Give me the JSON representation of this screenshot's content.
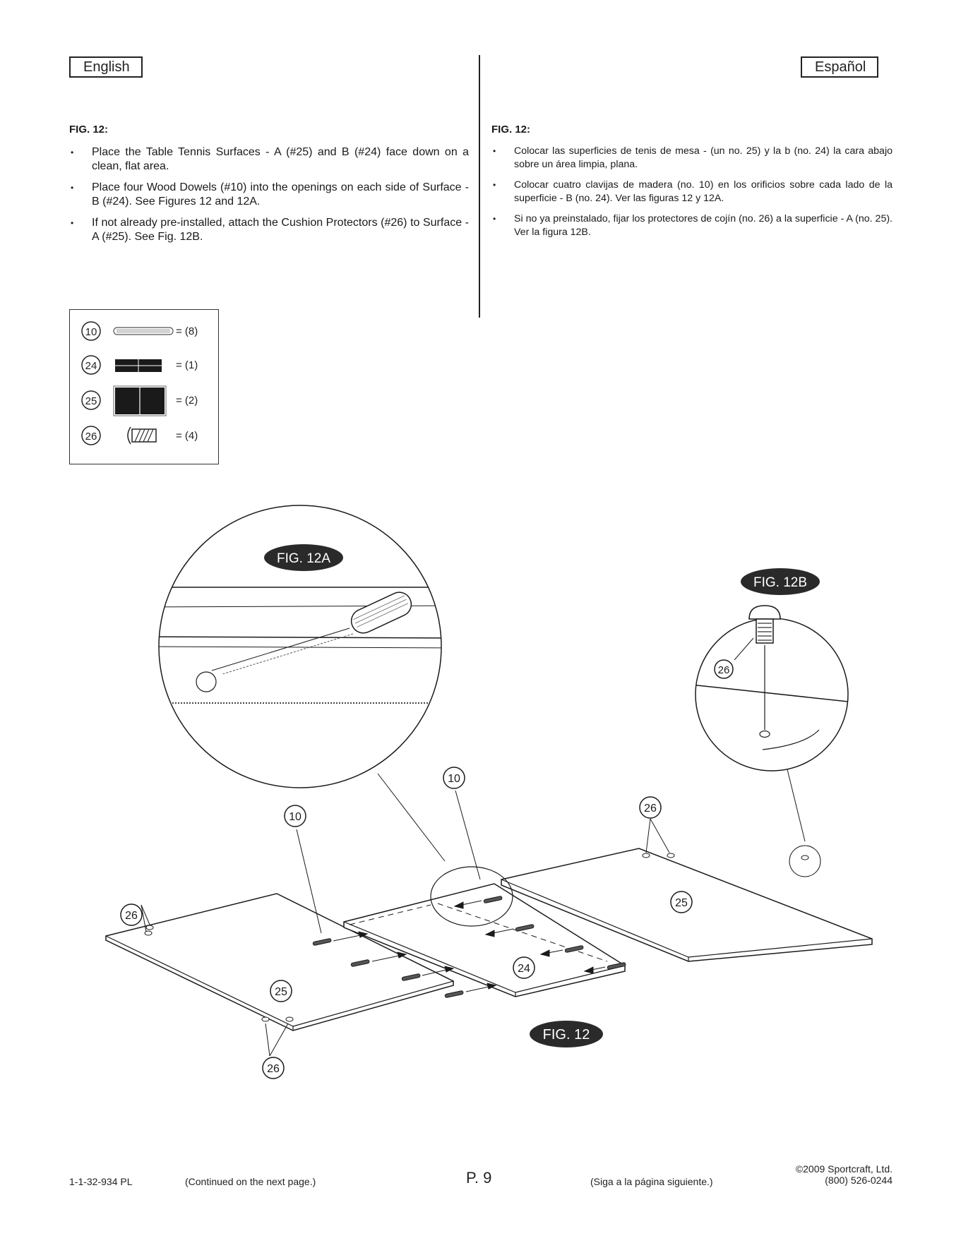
{
  "header": {
    "english_label": "English",
    "spanish_label": "Español"
  },
  "english": {
    "heading": "FIG. 12:",
    "steps": [
      "Place the Table Tennis Surfaces - A (#25) and B (#24) face down on a clean, flat area.",
      "Place four Wood Dowels (#10) into the openings on each side of Surface - B (#24). See Figures 12 and 12A.",
      "If not already pre-installed, attach the Cushion Protectors (#26) to Surface - A (#25). See Fig. 12B."
    ]
  },
  "spanish": {
    "heading": "FIG. 12:",
    "steps": [
      "Colocar las superficies de tenis de mesa - (un no. 25) y la b (no. 24) la cara abajo sobre un área limpia, plana.",
      "Colocar cuatro clavijas de madera (no. 10) en los orificios sobre cada lado de la superficie - B (no. 24). Ver las figuras 12 y 12A.",
      "Si no ya preinstalado, fijar los protectores de cojín (no. 26) a la superficie - A (no. 25). Ver la figura 12B."
    ]
  },
  "parts": [
    {
      "number": "10",
      "quantity": "= (8)",
      "icon": "wood-dowel-icon"
    },
    {
      "number": "24",
      "quantity": "= (1)",
      "icon": "surface-b-icon"
    },
    {
      "number": "25",
      "quantity": "= (2)",
      "icon": "surface-a-icon"
    },
    {
      "number": "26",
      "quantity": "= (4)",
      "icon": "cushion-protector-icon"
    }
  ],
  "figure": {
    "badge_12a": "FIG. 12A",
    "badge_12b": "FIG. 12B",
    "badge_12": "FIG. 12",
    "callout_dowel": "10",
    "callout_surface_b": "24",
    "callout_surface_a": "25",
    "callout_protector": "26"
  },
  "footer": {
    "code": "1-1-32-934 PL",
    "continued_en": "(Continued on the next page.)",
    "page": "P. 9",
    "continued_es": "(Siga a la página siguiente.)",
    "copyright": "©2009 Sportcraft, Ltd.",
    "phone": "(800) 526-0244"
  },
  "colors": {
    "ink": "#1a1a1a",
    "badge": "#2a2a2a",
    "hatch": "#555555"
  }
}
